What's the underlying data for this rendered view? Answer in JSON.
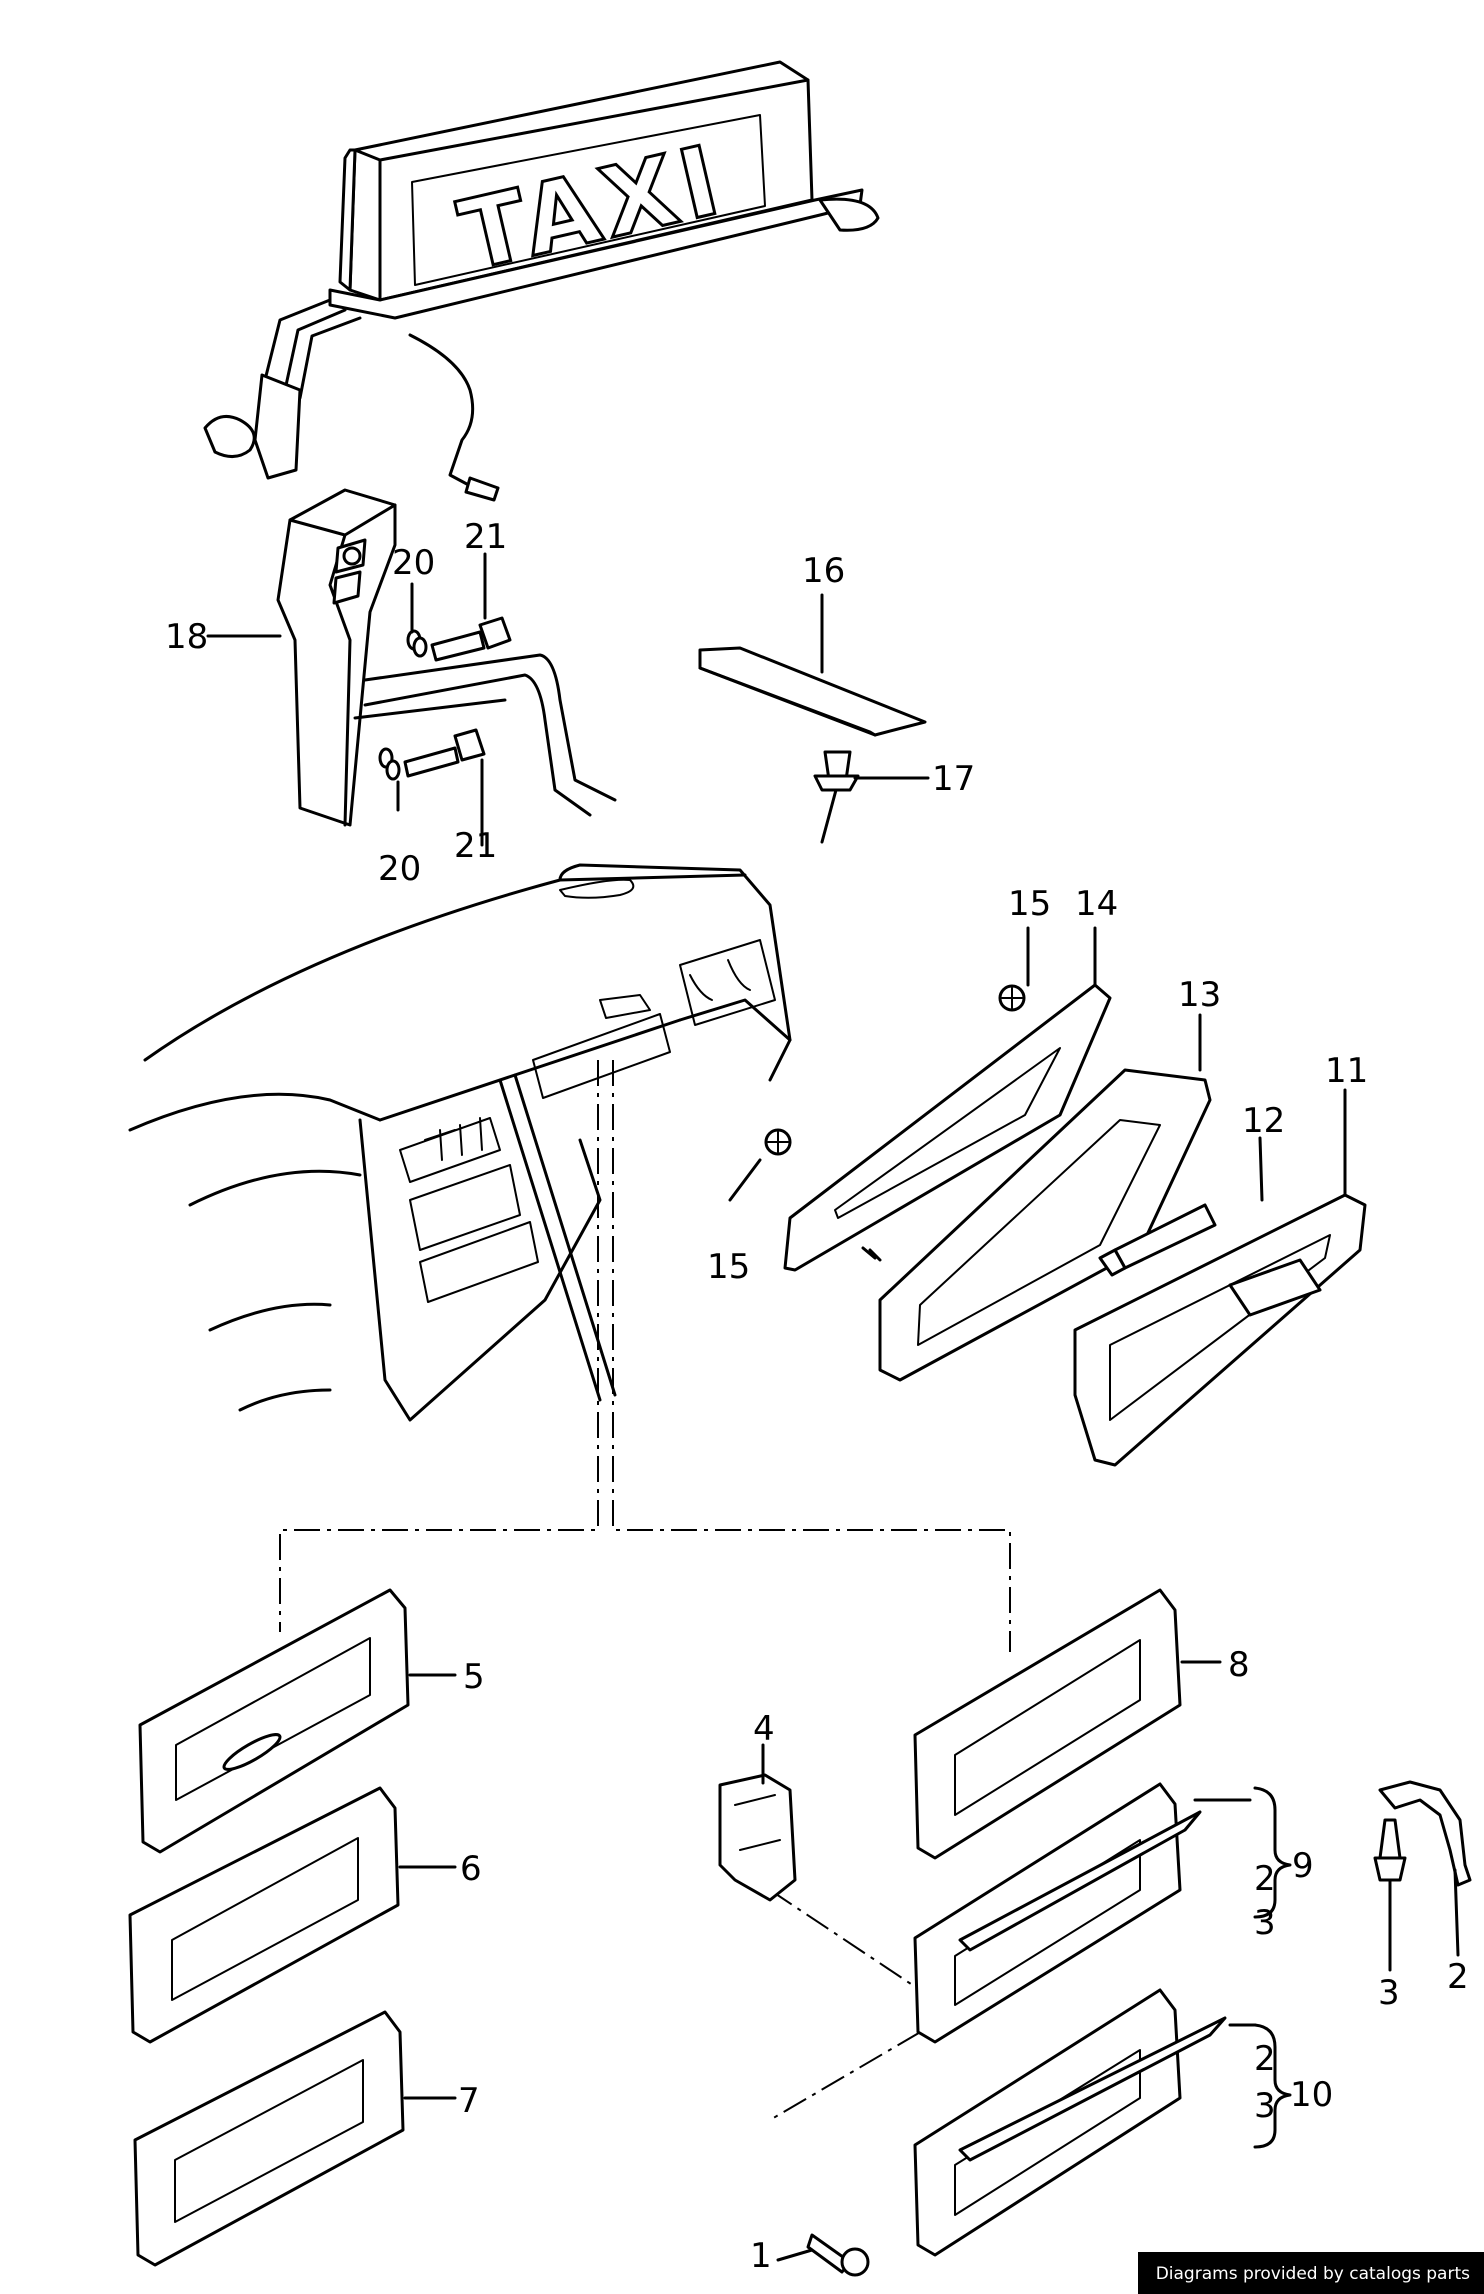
{
  "taxi_sign": {
    "text": "TAXI"
  },
  "callouts": [
    {
      "id": "c1",
      "label": "1"
    },
    {
      "id": "c2a",
      "label": "2"
    },
    {
      "id": "c2b",
      "label": "2"
    },
    {
      "id": "c2c",
      "label": "2"
    },
    {
      "id": "c3a",
      "label": "3"
    },
    {
      "id": "c3b",
      "label": "3"
    },
    {
      "id": "c3c",
      "label": "3"
    },
    {
      "id": "c4",
      "label": "4"
    },
    {
      "id": "c5",
      "label": "5"
    },
    {
      "id": "c6",
      "label": "6"
    },
    {
      "id": "c7",
      "label": "7"
    },
    {
      "id": "c8",
      "label": "8"
    },
    {
      "id": "c9",
      "label": "9"
    },
    {
      "id": "c10",
      "label": "10"
    },
    {
      "id": "c11",
      "label": "11"
    },
    {
      "id": "c12",
      "label": "12"
    },
    {
      "id": "c13",
      "label": "13"
    },
    {
      "id": "c14",
      "label": "14"
    },
    {
      "id": "c15a",
      "label": "15"
    },
    {
      "id": "c15b",
      "label": "15"
    },
    {
      "id": "c16",
      "label": "16"
    },
    {
      "id": "c17",
      "label": "17"
    },
    {
      "id": "c18",
      "label": "18"
    },
    {
      "id": "c20a",
      "label": "20"
    },
    {
      "id": "c20b",
      "label": "20"
    },
    {
      "id": "c21a",
      "label": "21"
    },
    {
      "id": "c21b",
      "label": "21"
    }
  ],
  "credit": "Diagrams provided by catalogs parts"
}
